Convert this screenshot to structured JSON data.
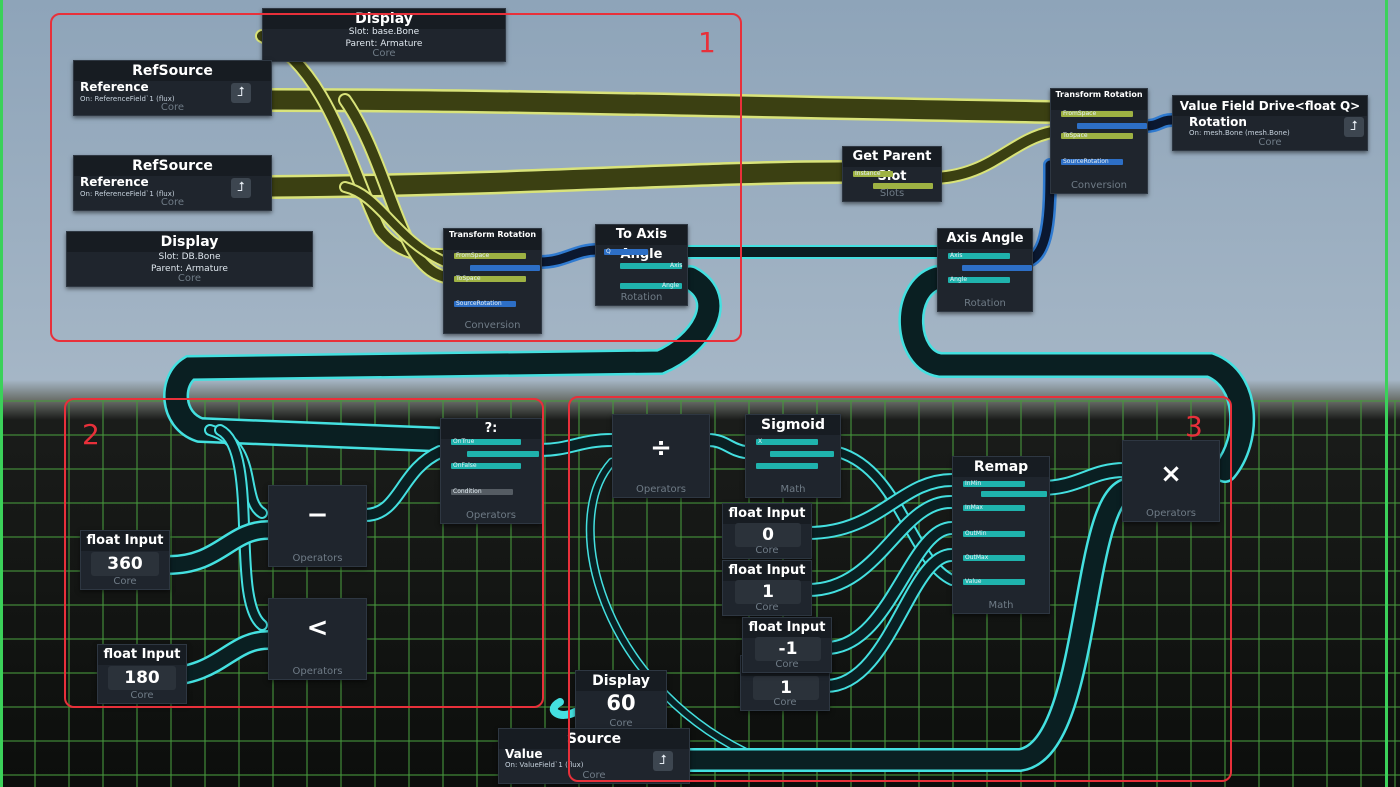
{
  "annotations": {
    "box1": "1",
    "box2": "2",
    "box3": "3"
  },
  "colors": {
    "slot_wire": "#d9e37a",
    "slot_fill": "#3b4012",
    "float_wire": "#44e0e0",
    "float_fill": "#0a1f22",
    "quat_wire": "#2f7ad0",
    "annotation": "#e8303a",
    "teal_bar": "#1fb3ad",
    "green_bar": "#9eb243",
    "blue_bar": "#2d6fc6"
  },
  "nodes": {
    "display_top": {
      "title": "Display",
      "slot": "Slot: base.Bone",
      "parent": "Parent: Armature",
      "category": "Core"
    },
    "refsource1": {
      "title": "RefSource",
      "label": "Reference",
      "target": "On: ReferenceField`1 (flux)",
      "category": "Core",
      "icon": "jump-arrow-icon"
    },
    "refsource2": {
      "title": "RefSource",
      "label": "Reference",
      "target": "On: ReferenceField`1 (flux)",
      "category": "Core",
      "icon": "jump-arrow-icon"
    },
    "display_db": {
      "title": "Display",
      "slot": "Slot: DB.Bone",
      "parent": "Parent: Armature",
      "category": "Core"
    },
    "transform_left": {
      "title": "Transform Rotation",
      "inputs": [
        "FromSpace",
        "ToSpace",
        "SourceRotation"
      ],
      "category": "Conversion"
    },
    "to_axis_angle": {
      "title": "To Axis Angle",
      "inputs": [
        "Q"
      ],
      "outputs": [
        "Axis",
        "Angle"
      ],
      "category": "Rotation"
    },
    "get_parent_slot": {
      "title": "Get Parent Slot",
      "inputs": [
        "Instance"
      ],
      "category": "Slots"
    },
    "transform_right": {
      "title": "Transform Rotation",
      "inputs": [
        "FromSpace",
        "ToSpace",
        "SourceRotation"
      ],
      "category": "Conversion"
    },
    "value_field_drive": {
      "title": "Value Field Drive<float Q>",
      "label": "Rotation",
      "target": "On: mesh.Bone (mesh.Bone)",
      "category": "Core",
      "icon": "jump-arrow-icon"
    },
    "axis_angle": {
      "title": "Axis Angle",
      "inputs": [
        "Axis",
        "Angle"
      ],
      "category": "Rotation"
    },
    "conditional": {
      "title": "?:",
      "inputs": [
        "OnTrue",
        "OnFalse",
        "Condition"
      ],
      "category": "Operators"
    },
    "subtract": {
      "symbol": "−",
      "category": "Operators"
    },
    "less_than": {
      "symbol": "<",
      "category": "Operators"
    },
    "float_360": {
      "title": "float Input",
      "value": "360",
      "category": "Core"
    },
    "float_180": {
      "title": "float Input",
      "value": "180",
      "category": "Core"
    },
    "divide": {
      "symbol": "÷",
      "category": "Operators"
    },
    "sigmoid": {
      "title": "Sigmoid",
      "inputs": [
        "X"
      ],
      "category": "Math"
    },
    "remap": {
      "title": "Remap",
      "inputs": [
        "InMin",
        "InMax",
        "OutMin",
        "OutMax",
        "Value"
      ],
      "category": "Math"
    },
    "multiply": {
      "symbol": "×",
      "category": "Operators"
    },
    "float_0": {
      "title": "float Input",
      "value": "0",
      "category": "Core"
    },
    "float_1a": {
      "title": "float Input",
      "value": "1",
      "category": "Core"
    },
    "float_neg1": {
      "title": "float Input",
      "value": "-1",
      "category": "Core"
    },
    "float_1b": {
      "title": "float Input",
      "value": "1",
      "category": "Core"
    },
    "display_60": {
      "title": "Display",
      "value": "60",
      "category": "Core"
    },
    "source": {
      "title": "Source",
      "label": "Value",
      "target": "On: ValueField`1 (flux)",
      "category": "Core",
      "icon": "jump-arrow-icon"
    }
  }
}
